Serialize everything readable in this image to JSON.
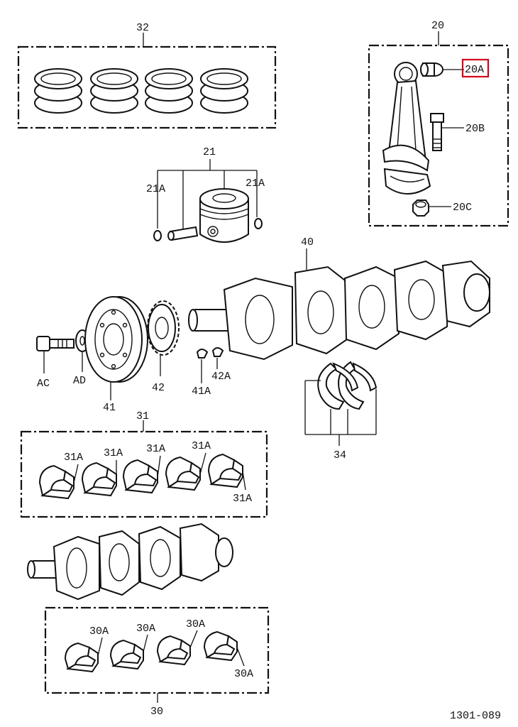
{
  "figure_code": "1301-089",
  "highlighted_part": "20A",
  "highlight_color": "#d0021b",
  "labels": {
    "p20": "20",
    "p20A": "20A",
    "p20B": "20B",
    "p20C": "20C",
    "p21": "21",
    "p21A_left": "21A",
    "p21A_right": "21A",
    "p32": "32",
    "p40": "40",
    "pAC": "AC",
    "pAD": "AD",
    "p41": "41",
    "p42": "42",
    "p41A": "41A",
    "p42A": "42A",
    "p34": "34",
    "p31": "31",
    "p31A_1": "31A",
    "p31A_2": "31A",
    "p31A_3": "31A",
    "p31A_4": "31A",
    "p31A_5": "31A",
    "p30": "30",
    "p30A_1": "30A",
    "p30A_2": "30A",
    "p30A_3": "30A",
    "p30A_4": "30A"
  }
}
